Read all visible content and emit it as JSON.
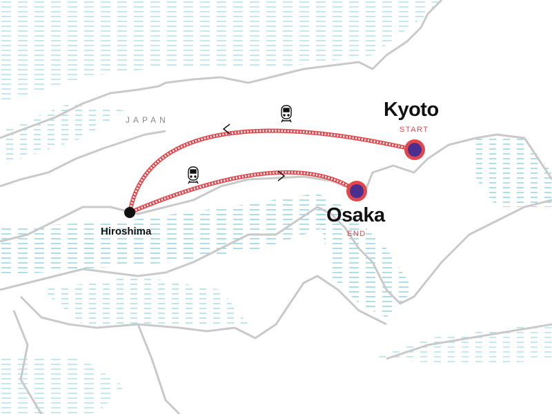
{
  "map": {
    "country_label": "JAPAN",
    "colors": {
      "route": "#e2474c",
      "marker_fill": "#4b2f8f",
      "coast": "#c9c9c9",
      "water": "#8fd3e0"
    },
    "cities": [
      {
        "name": "Kyoto",
        "tag": "START",
        "marker": "endpoint"
      },
      {
        "name": "Osaka",
        "tag": "END",
        "marker": "endpoint"
      },
      {
        "name": "Hiroshima",
        "marker": "stop"
      }
    ],
    "routes": [
      {
        "from": "Kyoto",
        "to": "Hiroshima",
        "mode": "train-icon"
      },
      {
        "from": "Hiroshima",
        "to": "Osaka",
        "mode": "train-icon"
      }
    ]
  }
}
